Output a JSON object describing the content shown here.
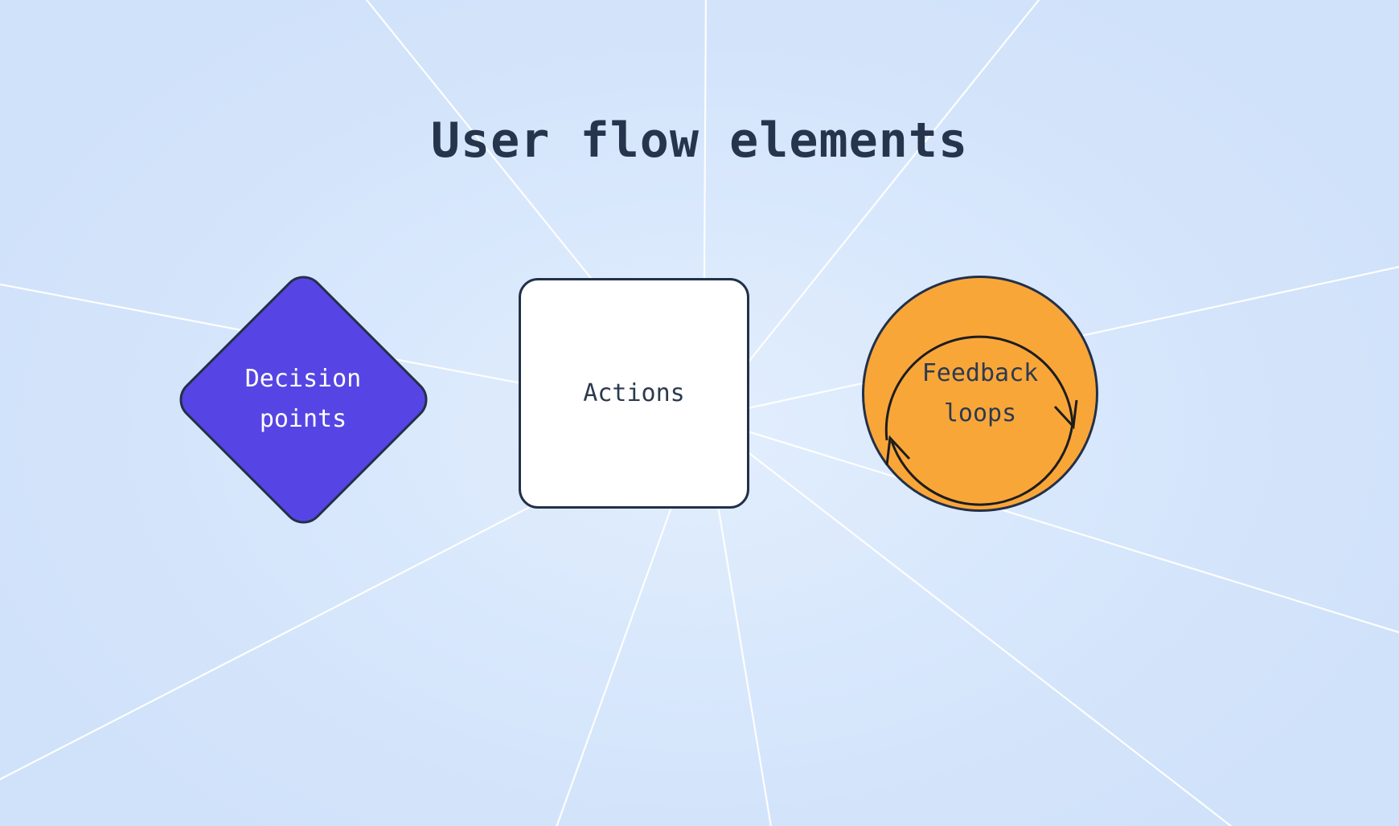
{
  "page": {
    "title": "User flow elements",
    "background_color": "#d5e6fb",
    "title_color": "#26354b"
  },
  "nodes": [
    {
      "id": "decision-points",
      "shape": "diamond",
      "label": "Decision\npoints",
      "fill_color": "#5645e4",
      "border_color": "#22304a",
      "text_color": "#ffffff"
    },
    {
      "id": "actions",
      "shape": "rounded-rectangle",
      "label": "Actions",
      "fill_color": "#ffffff",
      "border_color": "#22304a",
      "text_color": "#2c3a4f"
    },
    {
      "id": "feedback-loops",
      "shape": "circle",
      "label": "Feedback\nloops",
      "fill_color": "#f9a639",
      "border_color": "#22304a",
      "text_color": "#2c3a4f",
      "icon": "circular-arrows-icon"
    }
  ]
}
